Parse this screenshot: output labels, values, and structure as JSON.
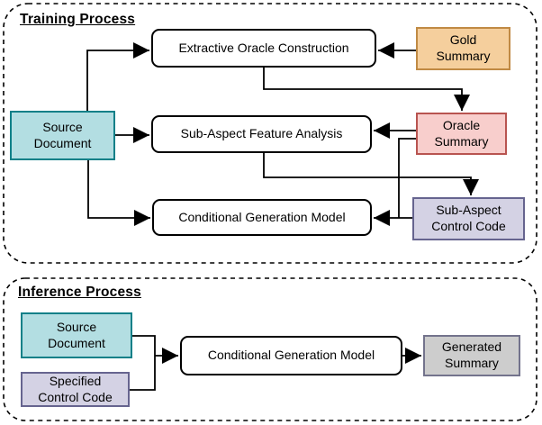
{
  "colors": {
    "teal_fill": "#b3dee2",
    "teal_stroke": "#0e8088",
    "orange_fill": "#f5cf9d",
    "orange_stroke": "#c08a44",
    "red_fill": "#f8cecc",
    "red_stroke": "#b85450",
    "purple_fill": "#d4d2e4",
    "purple_stroke": "#66648f",
    "gray_fill": "#cdcdcd",
    "gray_stroke": "#73738c",
    "process_fill": "#ffffff",
    "line_color": "#000000"
  },
  "training": {
    "title": "Training Process",
    "nodes": {
      "source_document": "Source\nDocument",
      "extractive_oracle_construction": "Extractive Oracle Construction",
      "gold_summary": "Gold\nSummary",
      "sub_aspect_feature_analysis": "Sub-Aspect Feature Analysis",
      "oracle_summary": "Oracle\nSummary",
      "conditional_generation_model": "Conditional Generation Model",
      "sub_aspect_control_code": "Sub-Aspect\nControl Code"
    }
  },
  "inference": {
    "title": "Inference Process",
    "nodes": {
      "source_document": "Source\nDocument",
      "specified_control_code": "Specified\nControl Code",
      "conditional_generation_model": "Conditional Generation Model",
      "generated_summary": "Generated\nSummary"
    }
  }
}
